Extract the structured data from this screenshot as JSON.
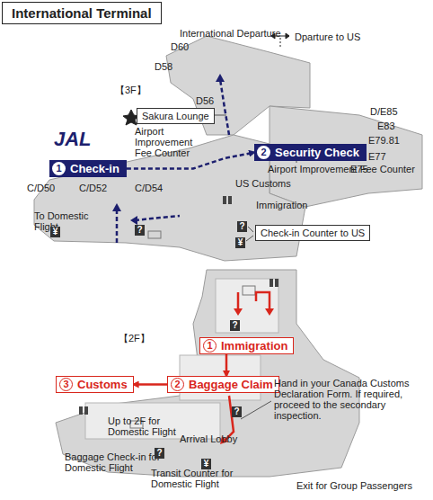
{
  "diagram": {
    "title": "International Terminal",
    "nodes": [
      {
        "text": [
          "1",
          "Check-in"
        ]
      },
      {
        "text": [
          "Sakura Lounge"
        ]
      },
      {
        "text": [
          "2",
          "Security Check"
        ]
      },
      {
        "text": [
          "Check-in Counter to US"
        ]
      },
      {
        "text": [
          "1",
          "Immigration"
        ]
      },
      {
        "text": [
          "2",
          "Baggage Claim"
        ]
      },
      {
        "text": [
          "3",
          "Customs"
        ]
      }
    ],
    "edges": [
      {
        "from": 0,
        "to": 2,
        "arrow": "to"
      },
      {
        "from": 4,
        "to": 5,
        "arrow": "to"
      },
      {
        "from": 5,
        "to": 6,
        "arrow": "to"
      }
    ],
    "labels": [
      "International Departure",
      "Dparture to US",
      "D60",
      "D58",
      "D56",
      "D/E85",
      "E83",
      "E79.81",
      "E77",
      "E75",
      "【3F】",
      "JAL",
      "Airport Improvement Fee Counter",
      "Airport Improvement Fee Counter",
      "US Customs",
      "Immigration",
      "C/D50",
      "C/D52",
      "C/D54",
      "To Domestic Flight",
      "¥",
      "?",
      "?",
      "¥",
      "【2F】",
      "Hand in your Canada Customs Declaration Form. If required, proceed to the secondary inspection.",
      "Up to 2F for Domestic Flight",
      "Arrival Lobby",
      "Baggage Check-in for Domestic Flight",
      "Transit Counter for Domestic Flight",
      "Exit for Group Passengers",
      "?",
      "?",
      "?",
      "¥"
    ]
  }
}
